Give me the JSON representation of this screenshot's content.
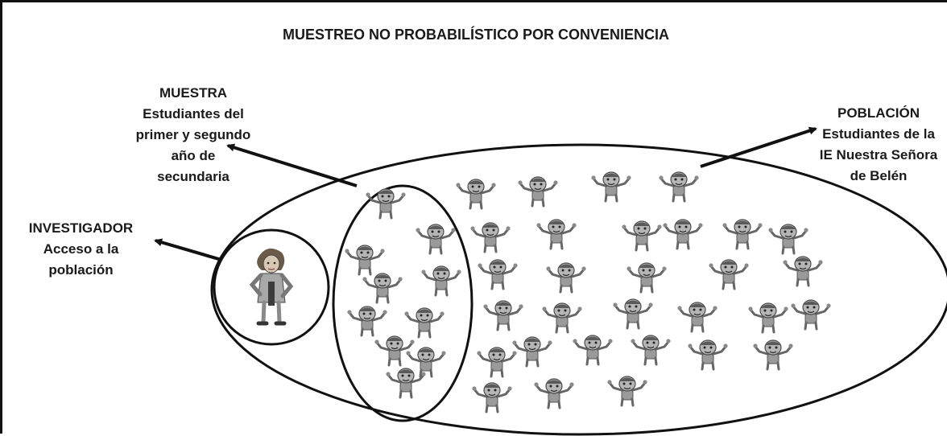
{
  "title": "MUESTREO NO PROBABILÍSTICO POR CONVENIENCIA",
  "muestra": {
    "heading": "MUESTRA",
    "lines": [
      "Estudiantes del",
      "primer y segundo",
      "año de",
      "secundaria"
    ]
  },
  "poblacion": {
    "heading": "POBLACIÓN",
    "lines": [
      "Estudiantes de la",
      "IE Nuestra Señora",
      "de Belén"
    ]
  },
  "investigador": {
    "heading": "INVESTIGADOR",
    "lines": [
      "Acceso a la",
      "población"
    ]
  },
  "icons": {
    "student": "student-figure-icon",
    "researcher": "researcher-figure-icon"
  },
  "colors": {
    "ink": "#111111",
    "figure": "#8a8a8a"
  }
}
